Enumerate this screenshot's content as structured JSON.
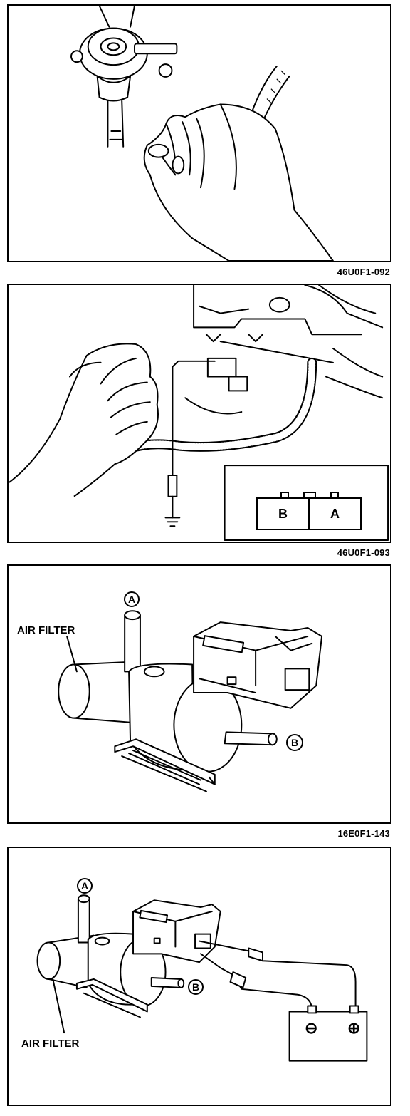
{
  "figures": [
    {
      "code": "46U0F1-092"
    },
    {
      "code": "46U0F1-093",
      "connector": {
        "left": "B",
        "right": "A"
      }
    },
    {
      "code": "16E0F1-143",
      "labels": {
        "air_filter": "AIR FILTER",
        "port_a": "A",
        "port_b": "B"
      }
    },
    {
      "code": "",
      "labels": {
        "air_filter": "AIR FILTER",
        "port_a": "A",
        "port_b": "B",
        "battery_neg": "⊖",
        "battery_pos": "⊕"
      }
    }
  ]
}
